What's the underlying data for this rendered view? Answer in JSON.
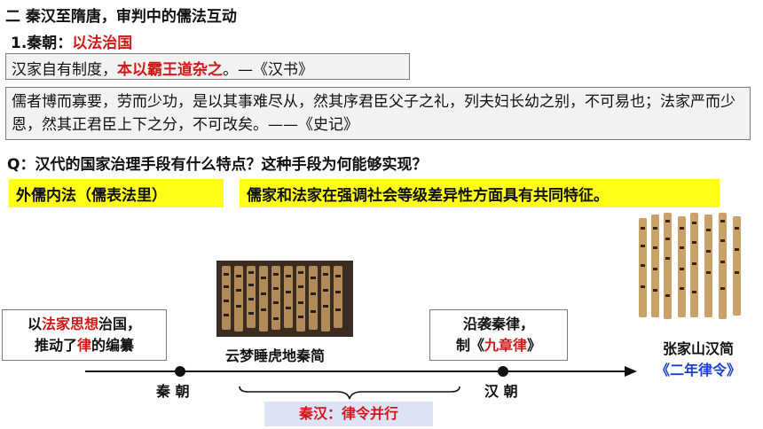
{
  "section_title": "二 秦汉至隋唐，审判中的儒法互动",
  "subsection": {
    "prefix": "1.秦朝：",
    "highlight": "以法治国"
  },
  "quote1": {
    "pre": "汉家自有制度，",
    "highlight": "本以霸王道杂之",
    "post": "。—《汉书》"
  },
  "quote2": {
    "text": "儒者博而寡要，劳而少功，是以其事难尽从，然其序君臣父子之礼，列夫妇长幼之别，不可易也；法家严而少恩，然其正君臣上下之分，不可改矣。——《史记》"
  },
  "question": "Q：汉代的国家治理手段有什么特点？这种手段为何能够实现？",
  "answers": {
    "a1": "外儒内法（儒表法里）",
    "a2": "儒家和法家在强调社会等级差异性方面具有共同特征。"
  },
  "left_note": {
    "p1": "以",
    "p1_highlight": "法家思想",
    "p2": "治国，",
    "p3": "推动了",
    "p3_highlight": "律",
    "p4": "的编纂"
  },
  "right_note": {
    "line1": "沿袭秦律，",
    "pre": "制《",
    "highlight": "九章律",
    "post": "》"
  },
  "captions": {
    "center": "云梦睡虎地秦简",
    "right_line1": "张家山汉简",
    "right_pre": "《",
    "right_highlight": "二年律令",
    "right_post": "》"
  },
  "timeline": {
    "qin": "秦 朝",
    "han": "汉 朝",
    "span_label": "秦汉：律令并行"
  },
  "colors": {
    "accent_red": "#d01818",
    "highlight_yellow": "#ffff1a",
    "accent_blue": "#1a40d8"
  }
}
